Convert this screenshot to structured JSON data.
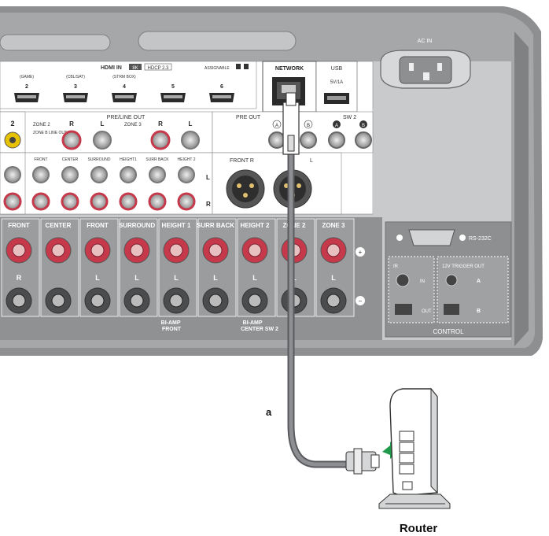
{
  "hdmi_in": {
    "title": "HDMI IN",
    "badge_8k": "8K",
    "badge_hdcp": "HDCP 2.3",
    "assignable": "ASSIGNABLE",
    "inputs": [
      {
        "num": "2",
        "name": "GAME"
      },
      {
        "num": "3",
        "name": "CBL/SAT"
      },
      {
        "num": "4",
        "name": "STRM BOX"
      },
      {
        "num": "5",
        "name": ""
      },
      {
        "num": "6",
        "name": ""
      }
    ]
  },
  "network": {
    "label": "NETWORK"
  },
  "usb": {
    "label": "USB",
    "rating": "5V/1A"
  },
  "ac_in": {
    "label": "AC IN"
  },
  "preline_out": {
    "title": "PRE/LINE OUT",
    "zone2": "ZONE 2",
    "zone2_sub": "ZONE B LINE OUT",
    "zone3": "ZONE 3",
    "R": "R",
    "L": "L",
    "row_labels": [
      "FRONT",
      "CENTER",
      "SURROUND",
      "HEIGHT1",
      "SURR BACK",
      "HEIGHT 2"
    ]
  },
  "pre_out": {
    "title": "PRE OUT",
    "sw2": "SW 2",
    "front_r": "FRONT R",
    "a": "A",
    "b": "B",
    "L": "L",
    "R": "R"
  },
  "sub_left": "2",
  "speakers": {
    "columns": [
      "FRONT",
      "CENTER",
      "FRONT",
      "SURROUND",
      "HEIGHT 1",
      "SURR BACK",
      "HEIGHT 2",
      "ZONE 2",
      "ZONE 3"
    ],
    "sides": [
      "R",
      "",
      "L",
      "L",
      "L",
      "L",
      "L",
      "L",
      "L"
    ],
    "biamp_front": "BI-AMP\nFRONT",
    "biamp_center": "BI-AMP\nCENTER SW 2"
  },
  "control": {
    "title": "CONTROL",
    "rs232c": "RS-232C",
    "ir": "IR",
    "in": "IN",
    "out": "OUT",
    "trigger": "12V TRIGGER OUT",
    "a": "A",
    "b": "B"
  },
  "cable_label": "a",
  "router_label": "Router",
  "colors": {
    "panel": "#8a8c8e",
    "panel_light": "#d8d9da",
    "speaker_red": "#c5394b",
    "cable": "#6b6d70",
    "arrow": "#1e9a4a"
  }
}
